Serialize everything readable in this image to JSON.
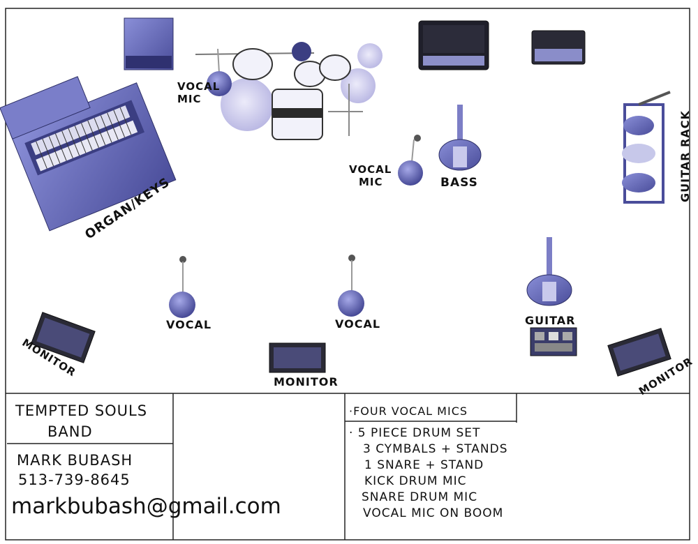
{
  "stage_labels": {
    "vocal_mic_drums": [
      "VOCAL",
      "MIC"
    ],
    "vocal_mic_bass": [
      "VOCAL",
      "MIC"
    ],
    "bass": "BASS",
    "guitar_rack": "GUITAR RACK",
    "organ_keys": "ORGAN/KEYS",
    "vocal_left": "VOCAL",
    "vocal_center": "VOCAL",
    "guitar": "GUITAR",
    "monitor_left": "MONITOR",
    "monitor_center": "MONITOR",
    "monitor_right": "MONITOR"
  },
  "info": {
    "band_name": [
      "TEMPTED SOULS",
      "BAND"
    ],
    "contact_name": "MARK BUBASH",
    "contact_phone": "513-739-8645",
    "contact_email": "markbubash@gmail.com",
    "notes_header": "·FOUR VOCAL MICS",
    "notes": [
      "· 5 PIECE DRUM SET",
      "3 CYMBALS + STANDS",
      "1 SNARE + STAND",
      "KICK DRUM MIC",
      "SNARE DRUM MIC",
      "VOCAL MIC ON BOOM"
    ]
  },
  "colors": {
    "equipment": "#6b6fc4",
    "equipment_dark": "#3a3c7a",
    "cymbal": "#c9c8ea",
    "ink": "#111111"
  }
}
